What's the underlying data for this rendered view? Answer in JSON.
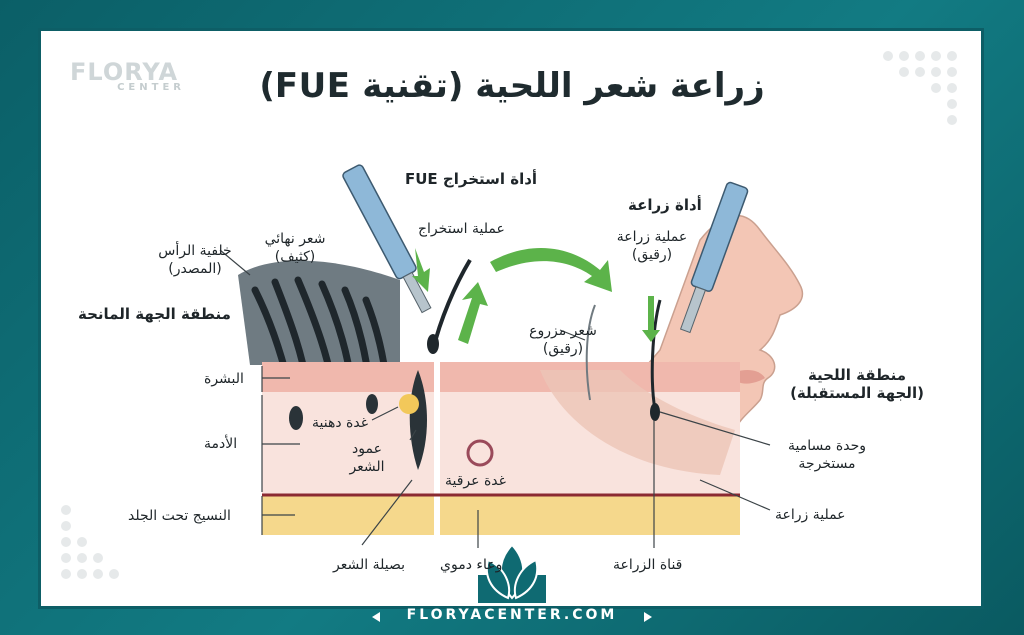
{
  "title": "زراعة شعر اللحية (تقنية FUE)",
  "brand": {
    "name": "FLORYA",
    "sub": "CENTER",
    "footer": "FLORYACENTER.COM"
  },
  "labels": {
    "extraction_tool": "أداة استخراج FUE",
    "implant_tool": "أداة زراعة",
    "extraction_process": "عملية استخراج",
    "implant_process_fine_1": "عملية زراعة",
    "implant_process_fine_2": "(رقيق)",
    "back_head_1": "خلفية الرأس",
    "back_head_2": "(المصدر)",
    "terminal_hair_1": "شعر نهائي",
    "terminal_hair_2": "(كثيف)",
    "donor_area": "منطقة الجهة المانحة",
    "implanted_hair_1": "شعر مزروع",
    "implanted_hair_2": "(رقيق)",
    "beard_area_1": "منطقة اللحية",
    "beard_area_2": "(الجهة المستقبلة)",
    "epidermis": "البشرة",
    "dermis": "الأدمة",
    "subcutaneous": "النسيج تحت الجلد",
    "sebaceous_gland": "غدة دهنية",
    "hair_shaft_1": "عمود",
    "hair_shaft_2": "الشعر",
    "sweat_gland": "غدة عرقية",
    "hair_bulb": "بصيلة الشعر",
    "blood_vessel": "وعاء دموي",
    "implant_channel": "قناة الزراعة",
    "follicular_unit_1": "وحدة مسامية",
    "follicular_unit_2": "مستخرجة",
    "implant_process": "عملية زراعة"
  }
}
